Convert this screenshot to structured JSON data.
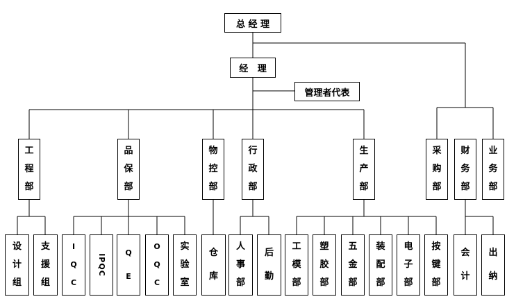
{
  "org": {
    "gm": "总 经 理",
    "manager": "经   理",
    "rep": "管理者代表",
    "departments": {
      "engineering": "工程部",
      "qa": "品保部",
      "material": "物控部",
      "admin": "行政部",
      "production": "生产部",
      "purchasing": "采购部",
      "finance": "财务部",
      "sales": "业务部"
    },
    "units": {
      "design": "设计组",
      "support": "支援组",
      "iqc": "IQC",
      "ipqc": "IPQC",
      "qe": "QE",
      "oqc": "OQC",
      "lab": "实验室",
      "warehouse": "仓库",
      "hr": "人事部",
      "logistics": "后勤",
      "tooling": "工模部",
      "plastic": "塑胶部",
      "hardware": "五金部",
      "assembly": "装配部",
      "electronics": "电子部",
      "keypad": "按键部",
      "accounting": "会计",
      "cashier": "出纳"
    }
  }
}
